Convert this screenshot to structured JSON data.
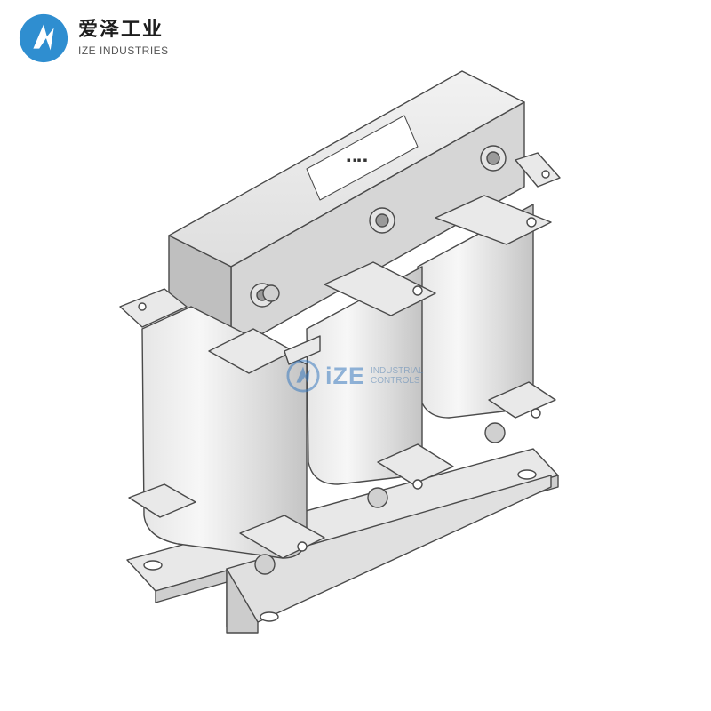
{
  "brand": {
    "name_cn": "爱泽工业",
    "name_en": "IZE INDUSTRIES",
    "accent_color": "#2f8ed0"
  },
  "product": {
    "type": "three-phase reactor illustration"
  },
  "watermark": {
    "big": "iZE",
    "line1": "INDUSTRIAL",
    "line2": "CONTROLS"
  }
}
